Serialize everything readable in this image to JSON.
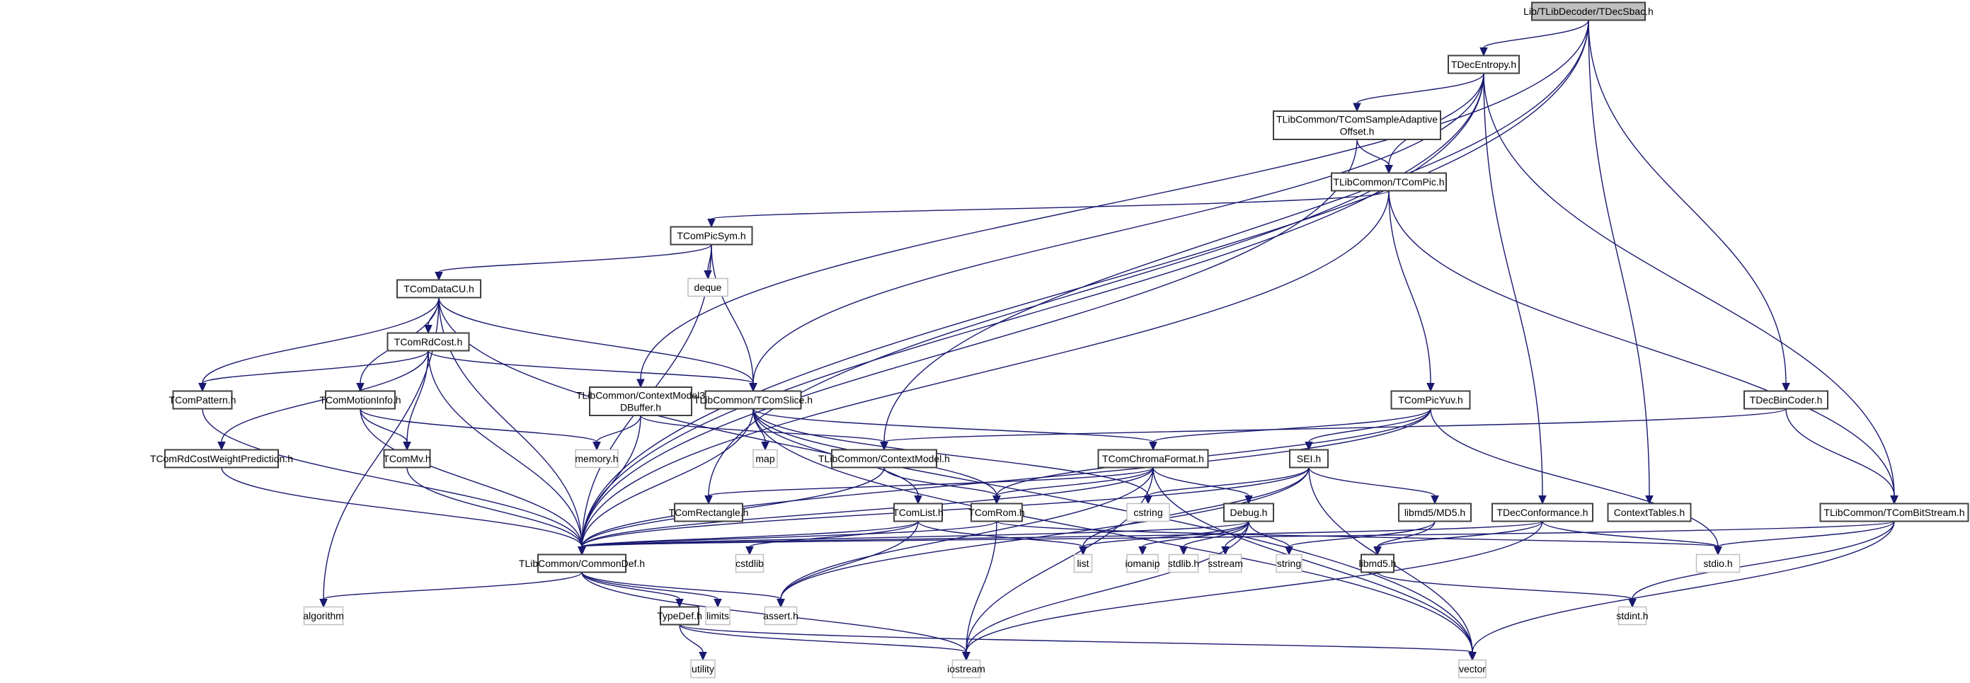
{
  "title": "Lib/TLibDecoder/TDecSbac.h",
  "colors": {
    "edge": "#191970",
    "root_fill": "#bfbfbf",
    "project_border": "#404040",
    "system_border": "#bfbfbf"
  },
  "nodes": [
    {
      "id": "root",
      "label": "Lib/TLibDecoder/TDecSbac.h",
      "kind": "root"
    },
    {
      "id": "TDecEntropy",
      "label": "TDecEntropy.h",
      "kind": "project"
    },
    {
      "id": "SAO",
      "label": "TLibCommon/TComSampleAdaptive\nOffset.h",
      "kind": "project"
    },
    {
      "id": "TComPic",
      "label": "TLibCommon/TComPic.h",
      "kind": "project"
    },
    {
      "id": "TComPicSym",
      "label": "TComPicSym.h",
      "kind": "project"
    },
    {
      "id": "deque",
      "label": "deque",
      "kind": "system"
    },
    {
      "id": "TComDataCU",
      "label": "TComDataCU.h",
      "kind": "project"
    },
    {
      "id": "TComRdCost",
      "label": "TComRdCost.h",
      "kind": "project"
    },
    {
      "id": "TComPattern",
      "label": "TComPattern.h",
      "kind": "project"
    },
    {
      "id": "TComMotionInfo",
      "label": "TComMotionInfo.h",
      "kind": "project"
    },
    {
      "id": "CM3D",
      "label": "TLibCommon/ContextModel3\nDBuffer.h",
      "kind": "project"
    },
    {
      "id": "TComSlice",
      "label": "TLibCommon/TComSlice.h",
      "kind": "project"
    },
    {
      "id": "TComPicYuv",
      "label": "TComPicYuv.h",
      "kind": "project"
    },
    {
      "id": "TDecBinCoder",
      "label": "TDecBinCoder.h",
      "kind": "project"
    },
    {
      "id": "TComRdCostWP",
      "label": "TComRdCostWeightPrediction.h",
      "kind": "project"
    },
    {
      "id": "TComMv",
      "label": "TComMv.h",
      "kind": "project"
    },
    {
      "id": "memory",
      "label": "memory.h",
      "kind": "system"
    },
    {
      "id": "map",
      "label": "map",
      "kind": "system"
    },
    {
      "id": "ContextModel",
      "label": "TLibCommon/ContextModel.h",
      "kind": "project"
    },
    {
      "id": "TComChromaFormat",
      "label": "TComChromaFormat.h",
      "kind": "project"
    },
    {
      "id": "SEI",
      "label": "SEI.h",
      "kind": "project"
    },
    {
      "id": "TComRectangle",
      "label": "TComRectangle.h",
      "kind": "project"
    },
    {
      "id": "TComList",
      "label": "TComList.h",
      "kind": "project"
    },
    {
      "id": "TComRom",
      "label": "TComRom.h",
      "kind": "project"
    },
    {
      "id": "cstring",
      "label": "cstring",
      "kind": "system"
    },
    {
      "id": "Debug",
      "label": "Debug.h",
      "kind": "project"
    },
    {
      "id": "MD5",
      "label": "libmd5/MD5.h",
      "kind": "project"
    },
    {
      "id": "TDecConformance",
      "label": "TDecConformance.h",
      "kind": "project"
    },
    {
      "id": "ContextTables",
      "label": "ContextTables.h",
      "kind": "project"
    },
    {
      "id": "TComBitStream",
      "label": "TLibCommon/TComBitStream.h",
      "kind": "project"
    },
    {
      "id": "CommonDef",
      "label": "TLibCommon/CommonDef.h",
      "kind": "project"
    },
    {
      "id": "cstdlib",
      "label": "cstdlib",
      "kind": "system"
    },
    {
      "id": "list",
      "label": "list",
      "kind": "system"
    },
    {
      "id": "iomanip",
      "label": "iomanip",
      "kind": "system"
    },
    {
      "id": "stdlib",
      "label": "stdlib.h",
      "kind": "system"
    },
    {
      "id": "sstream",
      "label": "sstream",
      "kind": "system"
    },
    {
      "id": "string",
      "label": "string",
      "kind": "system"
    },
    {
      "id": "libmd5",
      "label": "libmd5.h",
      "kind": "project"
    },
    {
      "id": "stdio",
      "label": "stdio.h",
      "kind": "system"
    },
    {
      "id": "algorithm",
      "label": "algorithm",
      "kind": "system"
    },
    {
      "id": "TypeDef",
      "label": "TypeDef.h",
      "kind": "project"
    },
    {
      "id": "limits",
      "label": "limits",
      "kind": "system"
    },
    {
      "id": "assert",
      "label": "assert.h",
      "kind": "system"
    },
    {
      "id": "stdint",
      "label": "stdint.h",
      "kind": "system"
    },
    {
      "id": "utility",
      "label": "utility",
      "kind": "system"
    },
    {
      "id": "iostream",
      "label": "iostream",
      "kind": "system"
    },
    {
      "id": "vector",
      "label": "vector",
      "kind": "system"
    }
  ],
  "edges": [
    [
      "root",
      "TDecEntropy"
    ],
    [
      "root",
      "CM3D"
    ],
    [
      "root",
      "ContextModel"
    ],
    [
      "root",
      "ContextTables"
    ],
    [
      "root",
      "TDecBinCoder"
    ],
    [
      "root",
      "CommonDef"
    ],
    [
      "TDecEntropy",
      "SAO"
    ],
    [
      "TDecEntropy",
      "TComPic"
    ],
    [
      "TDecEntropy",
      "TComSlice"
    ],
    [
      "TDecEntropy",
      "TDecConformance"
    ],
    [
      "TDecEntropy",
      "TComBitStream"
    ],
    [
      "TDecEntropy",
      "CommonDef"
    ],
    [
      "TDecEntropy",
      "TComRectangle"
    ],
    [
      "SAO",
      "TComPic"
    ],
    [
      "SAO",
      "CommonDef"
    ],
    [
      "TComPic",
      "TComPicSym"
    ],
    [
      "TComPic",
      "TComPicYuv"
    ],
    [
      "TComPic",
      "CommonDef"
    ],
    [
      "TComPic",
      "TComBitStream"
    ],
    [
      "TComPicSym",
      "deque"
    ],
    [
      "TComPicSym",
      "TComDataCU"
    ],
    [
      "TComPicSym",
      "TComSlice"
    ],
    [
      "TComPicSym",
      "CommonDef"
    ],
    [
      "TComDataCU",
      "TComRdCost"
    ],
    [
      "TComDataCU",
      "TComPattern"
    ],
    [
      "TComDataCU",
      "TComMotionInfo"
    ],
    [
      "TComDataCU",
      "TComSlice"
    ],
    [
      "TComDataCU",
      "CommonDef"
    ],
    [
      "TComDataCU",
      "algorithm"
    ],
    [
      "TComDataCU",
      "vector"
    ],
    [
      "TComRdCost",
      "TComPattern"
    ],
    [
      "TComRdCost",
      "TComRdCostWP"
    ],
    [
      "TComRdCost",
      "TComMv"
    ],
    [
      "TComRdCost",
      "TComSlice"
    ],
    [
      "TComRdCost",
      "CommonDef"
    ],
    [
      "TComPattern",
      "CommonDef"
    ],
    [
      "TComMotionInfo",
      "TComMv"
    ],
    [
      "TComMotionInfo",
      "memory"
    ],
    [
      "TComMotionInfo",
      "CommonDef"
    ],
    [
      "TComRdCostWP",
      "CommonDef"
    ],
    [
      "TComMv",
      "CommonDef"
    ],
    [
      "CM3D",
      "memory"
    ],
    [
      "CM3D",
      "ContextModel"
    ],
    [
      "CM3D",
      "CommonDef"
    ],
    [
      "TComSlice",
      "map"
    ],
    [
      "TComSlice",
      "TComList"
    ],
    [
      "TComSlice",
      "TComRom"
    ],
    [
      "TComSlice",
      "TComChromaFormat"
    ],
    [
      "TComSlice",
      "cstring"
    ],
    [
      "TComSlice",
      "CommonDef"
    ],
    [
      "TComSlice",
      "vector"
    ],
    [
      "TComPicYuv",
      "TComChromaFormat"
    ],
    [
      "TComPicYuv",
      "SEI"
    ],
    [
      "TComPicYuv",
      "TComRom"
    ],
    [
      "TComPicYuv",
      "CommonDef"
    ],
    [
      "TComPicYuv",
      "stdio"
    ],
    [
      "TDecBinCoder",
      "ContextModel"
    ],
    [
      "TDecBinCoder",
      "TComBitStream"
    ],
    [
      "ContextModel",
      "TComRom"
    ],
    [
      "ContextModel",
      "CommonDef"
    ],
    [
      "TComChromaFormat",
      "TComRom"
    ],
    [
      "TComChromaFormat",
      "Debug"
    ],
    [
      "TComChromaFormat",
      "CommonDef"
    ],
    [
      "TComChromaFormat",
      "assert"
    ],
    [
      "TComChromaFormat",
      "iostream"
    ],
    [
      "TComChromaFormat",
      "vector"
    ],
    [
      "TComChromaFormat",
      "TComRectangle"
    ],
    [
      "SEI",
      "list"
    ],
    [
      "SEI",
      "MD5"
    ],
    [
      "SEI",
      "cstring"
    ],
    [
      "SEI",
      "CommonDef"
    ],
    [
      "SEI",
      "vector"
    ],
    [
      "SEI",
      "assert"
    ],
    [
      "TComList",
      "cstdlib"
    ],
    [
      "TComList",
      "list"
    ],
    [
      "TComList",
      "assert"
    ],
    [
      "TComList",
      "CommonDef"
    ],
    [
      "TComRom",
      "iostream"
    ],
    [
      "TComRom",
      "CommonDef"
    ],
    [
      "TComRom",
      "stdio"
    ],
    [
      "Debug",
      "list"
    ],
    [
      "Debug",
      "iomanip"
    ],
    [
      "Debug",
      "stdlib"
    ],
    [
      "Debug",
      "sstream"
    ],
    [
      "Debug",
      "string"
    ],
    [
      "Debug",
      "iostream"
    ],
    [
      "Debug",
      "CommonDef"
    ],
    [
      "MD5",
      "string"
    ],
    [
      "MD5",
      "libmd5"
    ],
    [
      "TDecConformance",
      "stdio"
    ],
    [
      "TDecConformance",
      "iostream"
    ],
    [
      "TDecConformance",
      "CommonDef"
    ],
    [
      "TDecConformance",
      "libmd5"
    ],
    [
      "TComBitStream",
      "stdio"
    ],
    [
      "TComBitStream",
      "stdint"
    ],
    [
      "TComBitStream",
      "vector"
    ],
    [
      "TComBitStream",
      "CommonDef"
    ],
    [
      "libmd5",
      "stdint"
    ],
    [
      "CommonDef",
      "algorithm"
    ],
    [
      "CommonDef",
      "TypeDef"
    ],
    [
      "CommonDef",
      "limits"
    ],
    [
      "CommonDef",
      "assert"
    ],
    [
      "CommonDef",
      "iostream"
    ],
    [
      "TypeDef",
      "utility"
    ],
    [
      "TypeDef",
      "iostream"
    ],
    [
      "TypeDef",
      "vector"
    ]
  ]
}
